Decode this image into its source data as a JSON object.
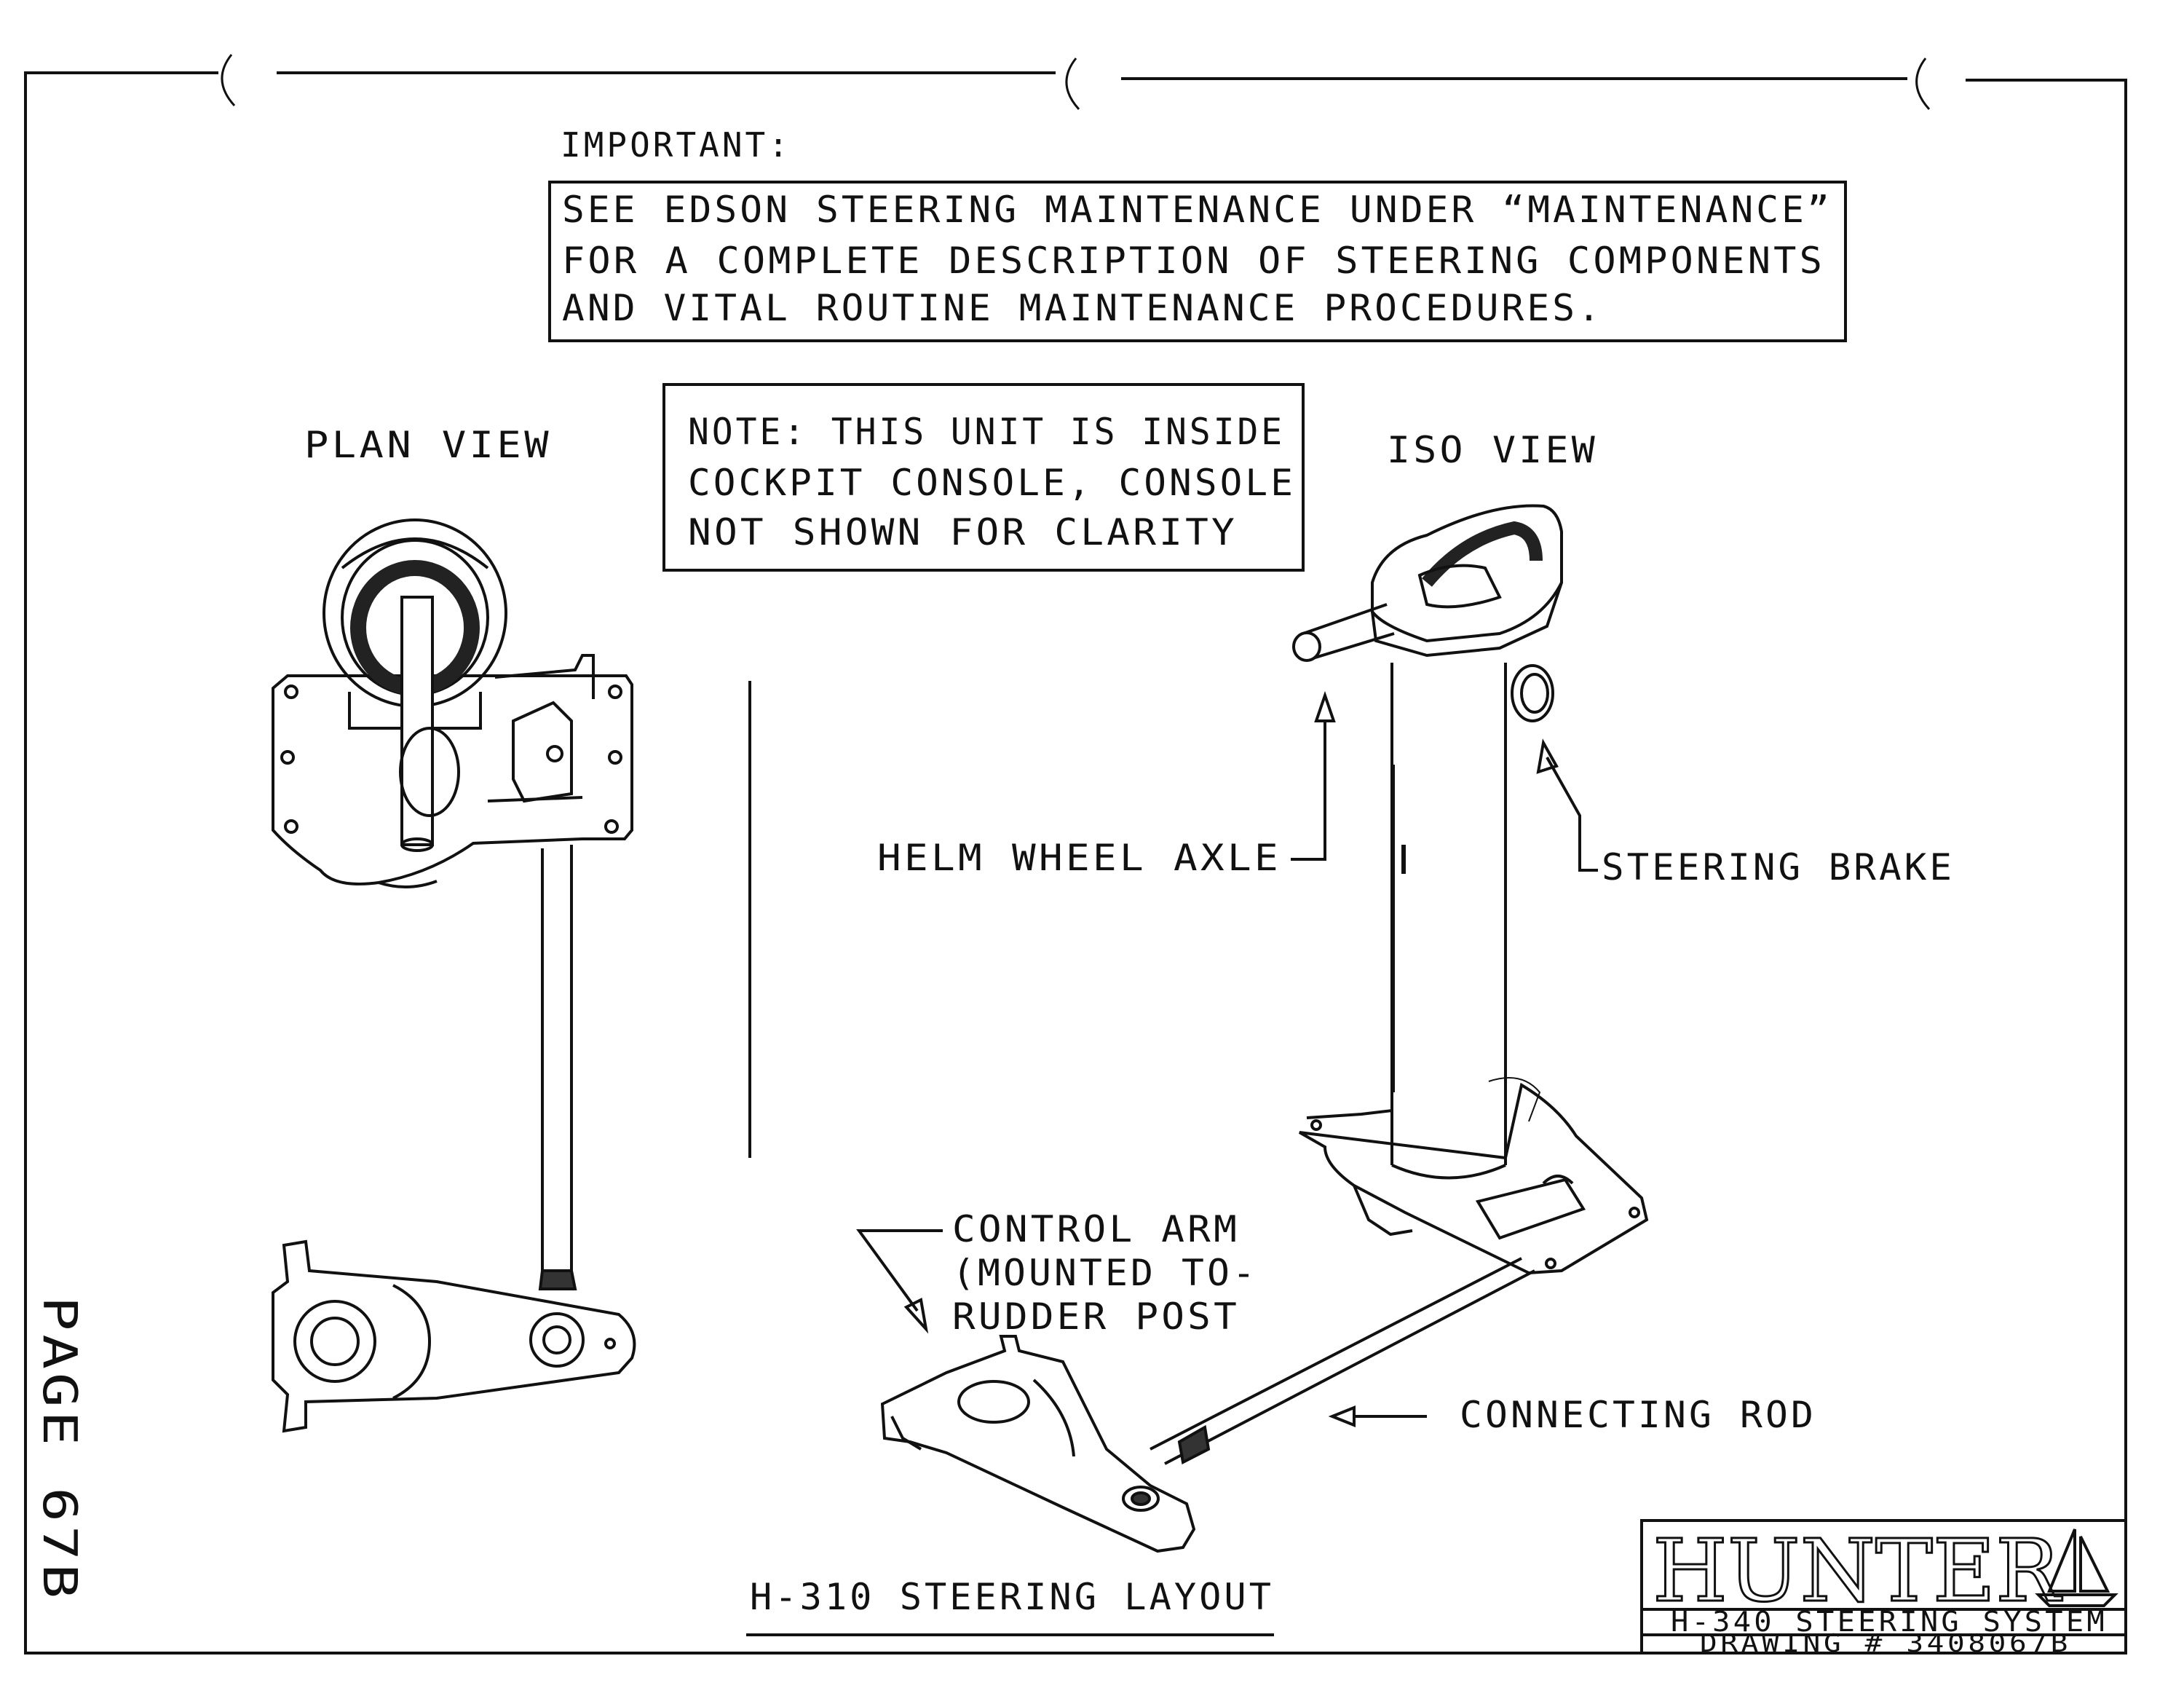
{
  "important": {
    "heading": "IMPORTANT:",
    "line1": "SEE EDSON STEERING MAINTENANCE UNDER “MAINTENANCE”",
    "line2": "FOR A COMPLETE DESCRIPTION OF STEERING COMPONENTS",
    "line3": "AND VITAL ROUTINE MAINTENANCE PROCEDURES."
  },
  "note": {
    "line1": "NOTE: THIS UNIT IS INSIDE",
    "line2": "COCKPIT CONSOLE, CONSOLE",
    "line3": "NOT SHOWN FOR CLARITY"
  },
  "views": {
    "plan": "PLAN VIEW",
    "iso": "ISO VIEW"
  },
  "callouts": {
    "helm_wheel_axle": "HELM WHEEL AXLE",
    "steering_brake": "STEERING BRAKE",
    "control_arm_1": "CONTROL ARM",
    "control_arm_2": "(MOUNTED TO-",
    "control_arm_3": "RUDDER POST",
    "connecting_rod": "CONNECTING ROD"
  },
  "layout_title": "H-310 STEERING LAYOUT",
  "page_label": "PAGE 67B",
  "title_block": {
    "logo": "HUNTER",
    "system": "H-340 STEERING SYSTEM",
    "drawing": "DRAWING # 3408067B"
  }
}
